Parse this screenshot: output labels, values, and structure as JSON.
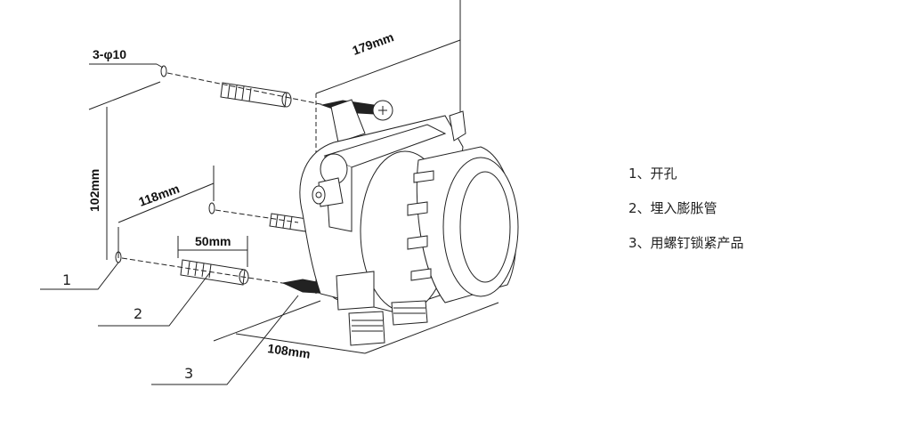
{
  "diagram": {
    "dimensions": {
      "holes": "3-φ10",
      "depth": "179mm",
      "height": "102mm",
      "width": "118mm",
      "anchor_length": "50mm",
      "base": "108mm"
    },
    "callouts": [
      "1",
      "2",
      "3"
    ]
  },
  "legend": {
    "items": [
      "1、开孔",
      "2、埋入膨胀管",
      "3、用螺钉锁紧产品"
    ]
  }
}
